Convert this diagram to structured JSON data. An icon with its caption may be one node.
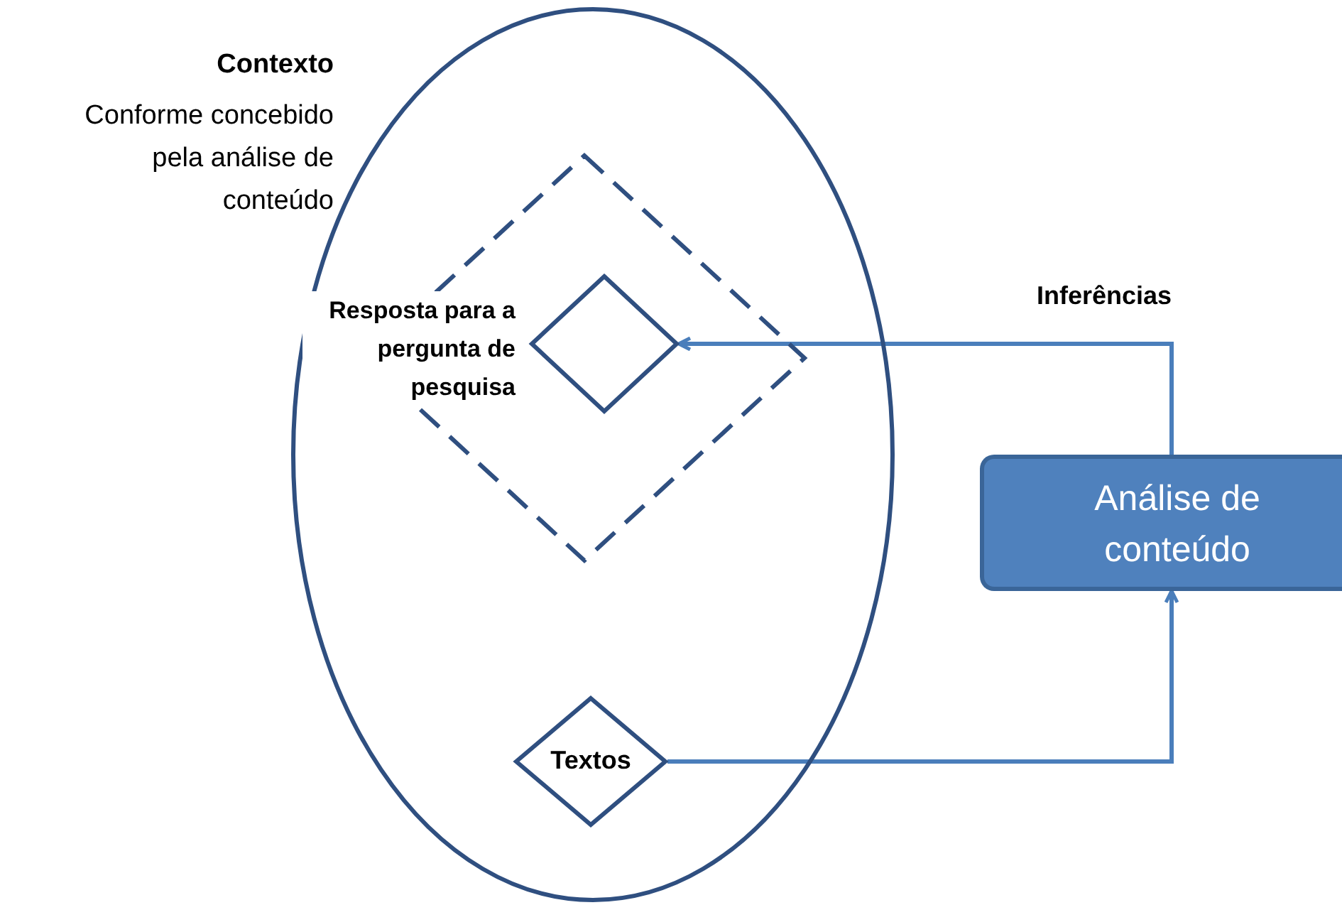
{
  "diagram": {
    "nodes": [
      {
        "text": [
          "Contexto",
          "Conforme concebido pela análise de conteúdo"
        ]
      },
      {
        "text": [],
        "shape": "diamond",
        "in": 0
      },
      {
        "text": [
          "Resposta para a pergunta de pesquisa"
        ],
        "in": 1
      },
      {
        "text": [
          "Textos"
        ],
        "in": 0
      },
      {
        "text": [
          "Análise de conteúdo"
        ]
      }
    ],
    "edges": [
      {
        "from": 3,
        "to": 4,
        "arrow": "to"
      },
      {
        "from": 4,
        "to": 2,
        "arrow": "to",
        "label": "Inferências"
      }
    ]
  }
}
